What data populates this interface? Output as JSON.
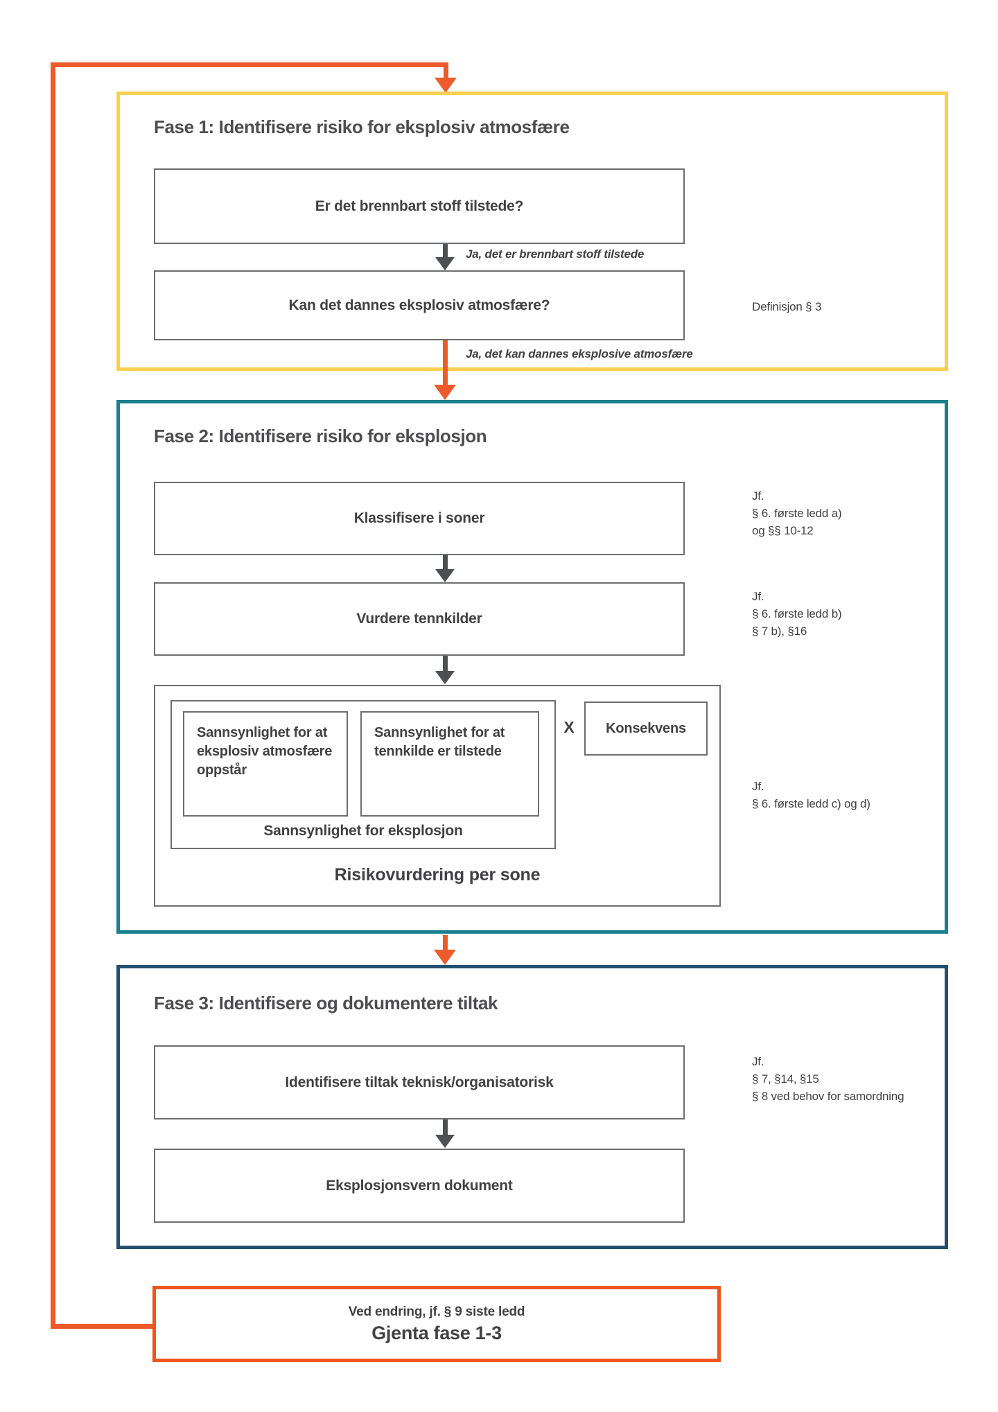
{
  "colors": {
    "loop_orange": "#EE5B2B",
    "repeat_box_orange": "#F1551F",
    "phase1_yellow": "#FBD052",
    "phase2_teal": "#1A7F8E",
    "phase3_navy": "#24506E",
    "inner_box_border_gray": "#6D6E71",
    "dark_arrow_gray": "#4E4F51",
    "text_gray": "#414042"
  },
  "phase1": {
    "title": "Fase 1: Identifisere risiko for eksplosiv atmosfære",
    "box_flammable": "Er det brennbart stoff tilstede?",
    "arrow_label_yes1": "Ja, det er brennbart stoff tilstede",
    "box_atmosphere": "Kan det dannes eksplosiv atmosfære?",
    "side_note": "Definisjon § 3",
    "arrow_label_yes2": "Ja, det kan dannes eksplosive atmosfære"
  },
  "phase2": {
    "title": "Fase 2: Identifisere risiko for eksplosjon",
    "box_zones": "Klassifisere i soner",
    "note_zones": "Jf.\n§ 6. første ledd a)\nog  §§ 10-12",
    "box_ignition": "Vurdere tennkilder",
    "note_ignition": "Jf.\n§ 6. første ledd b)\n§ 7 b), §16",
    "risk": {
      "prob_atmosphere": "Sannsynlighet for at eksplosiv atmosfære oppstår",
      "prob_ignition": "Sannsynlighet for at tennkilde er tilstede",
      "prob_explosion_label": "Sannsynlighet for eksplosjon",
      "multiply_sign": "X",
      "consequence": "Konsekvens",
      "box_title": "Risikovurdering per sone"
    },
    "note_risk": "Jf.\n§ 6. første ledd c) og d)"
  },
  "phase3": {
    "title": "Fase 3: Identifisere og dokumentere tiltak",
    "box_measures": "Identifisere tiltak teknisk/organisatorisk",
    "note_measures": "Jf.\n§ 7, §14, §15\n§ 8 ved behov for samordning",
    "box_document": "Eksplosjonsvern dokument"
  },
  "repeat": {
    "line1": "Ved endring, jf. § 9 siste ledd",
    "line2": "Gjenta fase 1-3"
  }
}
